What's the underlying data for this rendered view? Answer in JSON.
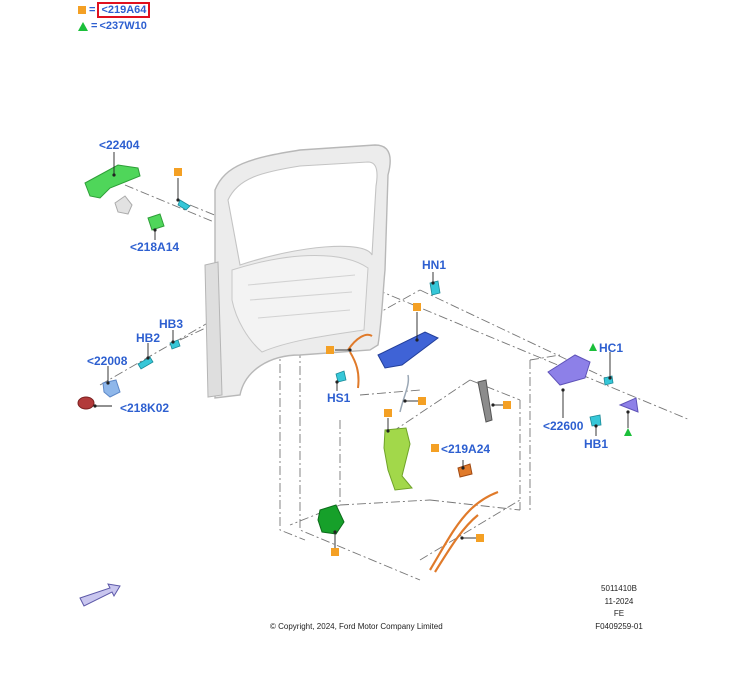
{
  "legend": [
    {
      "symbol": "square",
      "color": "#f4a024",
      "eq": "=",
      "code": "<219A64",
      "highlighted": true
    },
    {
      "symbol": "triangle",
      "color": "#1bbf3a",
      "eq": "=",
      "code": "<237W10",
      "highlighted": false
    }
  ],
  "callouts": {
    "c22404": "<22404",
    "c218A14": "<218A14",
    "cHN1": "HN1",
    "cHB3": "HB3",
    "cHB2": "HB2",
    "c22008": "<22008",
    "c218K02": "<218K02",
    "cHS1": "HS1",
    "cHC1": "HC1",
    "c22600": "<22600",
    "cHB1": "HB1",
    "c219A24": "<219A24"
  },
  "colors": {
    "accent_blue": "#2d5fd0",
    "highlight_red": "#e0101e",
    "square_orange": "#f4a024",
    "triangle_green": "#1bbf3a",
    "part_green": "#4fd65a",
    "part_cyan": "#36c7d8",
    "part_blue": "#3f63d6",
    "part_purple": "#8d80e8",
    "part_orange": "#e07a2a",
    "part_lime": "#a2d84a",
    "part_dark_green": "#16a02a",
    "part_red": "#b23a3a",
    "door_gray": "#e4e4e4"
  },
  "footer": {
    "code1": "5011410B",
    "date": "11-2024",
    "fe": "FE",
    "figure": "F0409259-01",
    "copyright": "© Copyright, 2024, Ford Motor Company Limited"
  },
  "icons": {
    "orientation": "direction-arrow-icon"
  }
}
